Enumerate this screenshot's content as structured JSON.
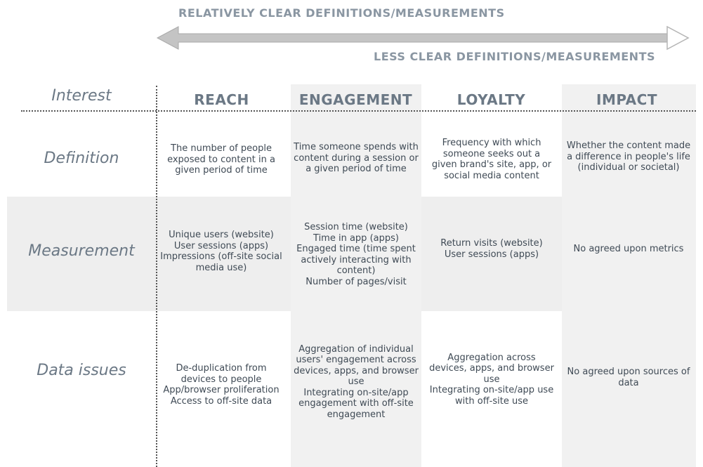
{
  "arrow": {
    "top_label": "RELATIVELY CLEAR DEFINITIONS/MEASUREMENTS",
    "bottom_label": "LESS CLEAR DEFINITIONS/MEASUREMENTS"
  },
  "header": {
    "corner": "Interest"
  },
  "columns": [
    "REACH",
    "ENGAGEMENT",
    "LOYALTY",
    "IMPACT"
  ],
  "rows": [
    {
      "label": "Definition",
      "cells": [
        "The number of people exposed to content in a given period of time",
        "Time someone spends with content during a session or a given period of time",
        "Frequency with which someone seeks out a given brand's site, app, or social media content",
        "Whether the content made a difference in people's life (individual or societal)"
      ]
    },
    {
      "label": "Measurement",
      "cells": [
        "Unique users (website)\nUser sessions (apps)\nImpressions (off-site social media use)",
        "Session time (website)\nTime in app (apps)\nEngaged time (time spent actively interacting with content)\nNumber of pages/visit",
        "Return visits (website)\nUser sessions (apps)",
        "No agreed upon metrics"
      ]
    },
    {
      "label": "Data issues",
      "cells": [
        "De-duplication from devices to people\nApp/browser proliferation\nAccess to off-site data",
        "Aggregation of individual users' engagement across devices, apps, and browser use\nIntegrating on-site/app engagement with off-site engagement",
        "Aggregation across devices, apps, and browser use\nIntegrating on-site/app use with off-site use",
        "No agreed upon sources of data"
      ]
    }
  ]
}
